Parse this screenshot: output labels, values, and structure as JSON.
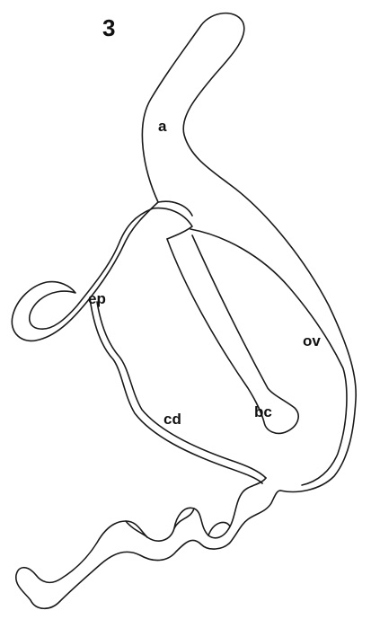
{
  "figure_number": "3",
  "labels": {
    "a": "a",
    "ep": "ep",
    "ov": "ov",
    "cd": "cd",
    "bc": "bc"
  },
  "colors": {
    "ink": "#1a1a1a",
    "background": "#ffffff"
  }
}
